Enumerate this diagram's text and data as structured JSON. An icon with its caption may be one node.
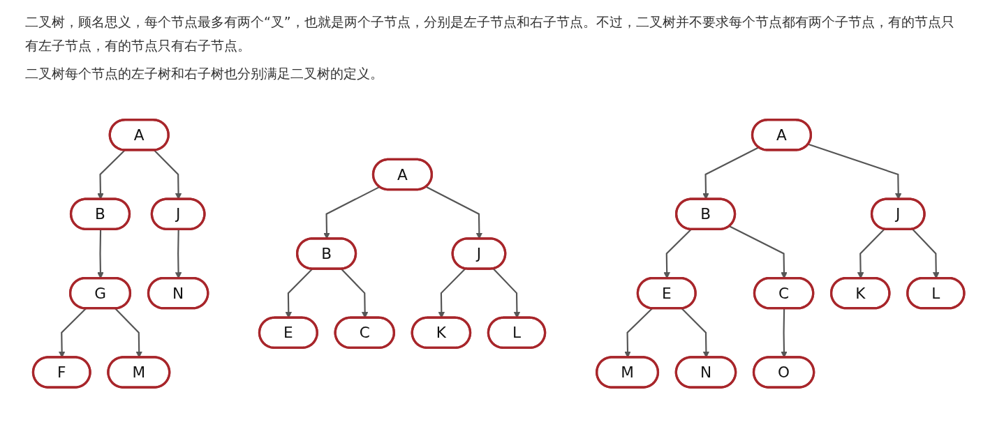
{
  "diagram": {
    "nodes": [
      {
        "text": [
          "A"
        ]
      },
      {
        "text": [
          "B"
        ]
      },
      {
        "text": [
          "J"
        ]
      },
      {
        "text": [
          "G"
        ]
      },
      {
        "text": [
          "N"
        ]
      },
      {
        "text": [
          "F"
        ]
      },
      {
        "text": [
          "M"
        ]
      },
      {
        "text": [
          "A"
        ]
      },
      {
        "text": [
          "B"
        ]
      },
      {
        "text": [
          "J"
        ]
      },
      {
        "text": [
          "E"
        ]
      },
      {
        "text": [
          "C"
        ]
      },
      {
        "text": [
          "K"
        ]
      },
      {
        "text": [
          "L"
        ]
      },
      {
        "text": [
          "A"
        ]
      },
      {
        "text": [
          "B"
        ]
      },
      {
        "text": [
          "J"
        ]
      },
      {
        "text": [
          "E"
        ]
      },
      {
        "text": [
          "C"
        ]
      },
      {
        "text": [
          "K"
        ]
      },
      {
        "text": [
          "L"
        ]
      },
      {
        "text": [
          "M"
        ]
      },
      {
        "text": [
          "N"
        ]
      },
      {
        "text": [
          "O"
        ]
      }
    ],
    "edges": [
      {
        "from": 0,
        "to": 1,
        "arrow": "to"
      },
      {
        "from": 0,
        "to": 2,
        "arrow": "to"
      },
      {
        "from": 1,
        "to": 3,
        "arrow": "to"
      },
      {
        "from": 2,
        "to": 4,
        "arrow": "to"
      },
      {
        "from": 3,
        "to": 5,
        "arrow": "to"
      },
      {
        "from": 3,
        "to": 6,
        "arrow": "to"
      },
      {
        "from": 7,
        "to": 8,
        "arrow": "to"
      },
      {
        "from": 7,
        "to": 9,
        "arrow": "to"
      },
      {
        "from": 8,
        "to": 10,
        "arrow": "to"
      },
      {
        "from": 8,
        "to": 11,
        "arrow": "to"
      },
      {
        "from": 9,
        "to": 12,
        "arrow": "to"
      },
      {
        "from": 9,
        "to": 13,
        "arrow": "to"
      },
      {
        "from": 14,
        "to": 15,
        "arrow": "to"
      },
      {
        "from": 14,
        "to": 16,
        "arrow": "to"
      },
      {
        "from": 15,
        "to": 17,
        "arrow": "to"
      },
      {
        "from": 15,
        "to": 18,
        "arrow": "to"
      },
      {
        "from": 16,
        "to": 19,
        "arrow": "to"
      },
      {
        "from": 16,
        "to": 20,
        "arrow": "to"
      },
      {
        "from": 17,
        "to": 21,
        "arrow": "to"
      },
      {
        "from": 17,
        "to": 22,
        "arrow": "to"
      },
      {
        "from": 18,
        "to": 23,
        "arrow": "to"
      }
    ],
    "labels": [
      "二叉树，顾名思义，每个节点最多有两个“叉”，也就是两个子节点，分别是左子节点和右子节点。不过，二叉树并不要求每个节点都有两个子节点，有的节点只有左子节点，有的节点只有右子节点。",
      "二叉树每个节点的左子树和右子树也分别满足二叉树的定义。"
    ]
  }
}
